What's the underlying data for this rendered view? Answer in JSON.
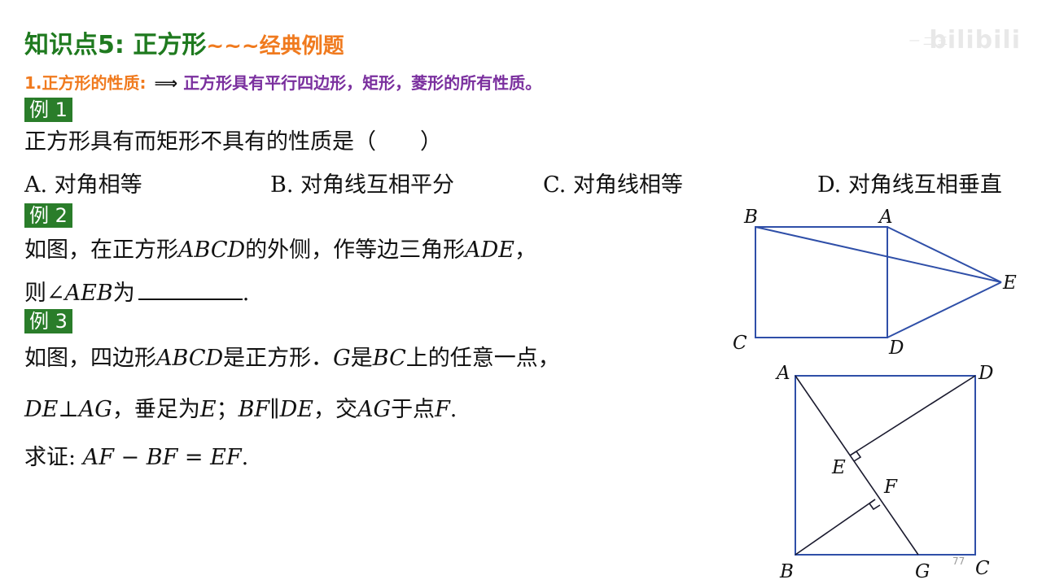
{
  "header": {
    "title_main": "知识点5: 正方形",
    "title_sub": "~~~经典例题"
  },
  "property": {
    "label": "1.正方形的性质:",
    "arrow": "⟹",
    "text": "正方形具有平行四边形，矩形，菱形的所有性质。"
  },
  "example1": {
    "badge": "例 1",
    "question": "正方形具有而矩形不具有的性质是（　　）",
    "options": [
      "A. 对角相等",
      "B. 对角线互相平分",
      "C. 对角线相等",
      "D. 对角线互相垂直"
    ]
  },
  "example2": {
    "badge": "例 2",
    "line1_a": "如图，在正方形",
    "line1_b": "ABCD",
    "line1_c": "的外侧，作等边三角形",
    "line1_d": "ADE",
    "line1_e": "，",
    "line2_a": "则∠",
    "line2_b": "AEB",
    "line2_c": "为",
    "line2_d": "."
  },
  "example3": {
    "badge": "例 3",
    "line1_a": "如图，四边形",
    "line1_b": "ABCD",
    "line1_c": "是正方形．",
    "line1_d": "G",
    "line1_e": "是",
    "line1_f": "BC",
    "line1_g": "上的任意一点，",
    "line2_a": "DE",
    "line2_b": "⊥",
    "line2_c": "AG",
    "line2_d": "，垂足为",
    "line2_e": "E",
    "line2_f": "；",
    "line2_g": "BF",
    "line2_h": "∥",
    "line2_i": "DE",
    "line2_j": "，交",
    "line2_k": "AG",
    "line2_l": "于点",
    "line2_m": "F",
    "line2_n": ".",
    "line3_a": "求证:",
    "line3_b": "AF",
    "line3_c": "−",
    "line3_d": "BF",
    "line3_e": "=",
    "line3_f": "EF",
    "line3_g": "."
  },
  "figure2": {
    "labels": {
      "A": "A",
      "B": "B",
      "C": "C",
      "D": "D",
      "E": "E"
    },
    "stroke_color": "#2f4fa8"
  },
  "figure3": {
    "labels": {
      "A": "A",
      "B": "B",
      "C": "C",
      "D": "D",
      "E": "E",
      "F": "F",
      "G": "G"
    }
  },
  "watermark": {
    "logo": "bilibili",
    "small": "一 二 三"
  },
  "page_number": "77"
}
